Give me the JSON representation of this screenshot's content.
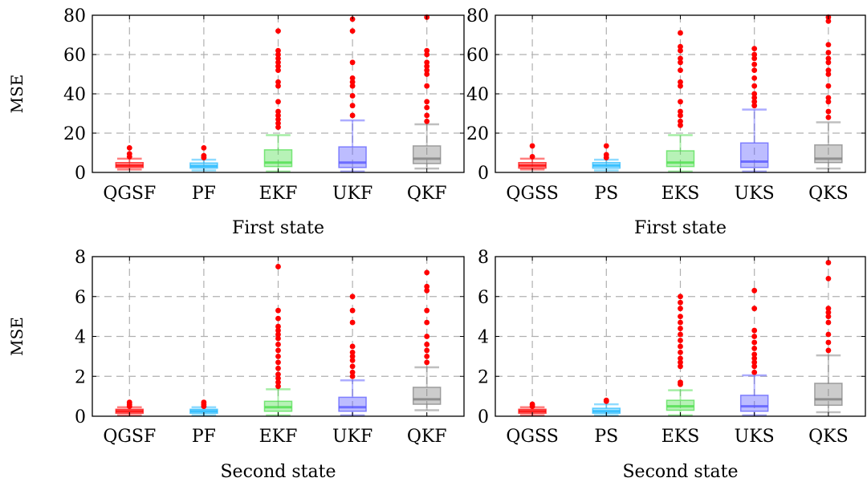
{
  "figure": {
    "ylabel": "MSE",
    "colors": {
      "red": "#ff0000",
      "cyan": "#1fb8ff",
      "green": "#4cde4c",
      "blue": "#5959ff",
      "gray": "#808080",
      "grid": "#b0b0b0",
      "axis": "#000000"
    }
  },
  "chart_data": [
    {
      "type": "box",
      "xlabel": "First state",
      "ylabel": "MSE",
      "ylim": [
        0,
        80
      ],
      "yticks": [
        0,
        20,
        40,
        60,
        80
      ],
      "grid": true,
      "categories": [
        "QGSF",
        "PF",
        "EKF",
        "UKF",
        "QKF"
      ],
      "boxes": [
        {
          "name": "QGSF",
          "color": "red",
          "whisker_low": 1.5,
          "q1": 2.5,
          "median": 3.5,
          "q3": 5.0,
          "whisker_high": 7.0,
          "outliers": [
            8,
            9.5,
            12.5
          ]
        },
        {
          "name": "PF",
          "color": "cyan",
          "whisker_low": 1.0,
          "q1": 2.2,
          "median": 3.2,
          "q3": 4.8,
          "whisker_high": 6.5,
          "outliers": [
            7.5,
            8.5,
            12.5
          ]
        },
        {
          "name": "EKF",
          "color": "green",
          "whisker_low": 0.5,
          "q1": 3.0,
          "median": 5.0,
          "q3": 11.5,
          "whisker_high": 19.0,
          "outliers": [
            23,
            25,
            27,
            29,
            31,
            36,
            44,
            46,
            52,
            54,
            56,
            58,
            60,
            62,
            72
          ]
        },
        {
          "name": "UKF",
          "color": "blue",
          "whisker_low": 0.5,
          "q1": 2.5,
          "median": 5.0,
          "q3": 13.0,
          "whisker_high": 26.5,
          "outliers": [
            29,
            34,
            39,
            44,
            46,
            48,
            56,
            72,
            78
          ]
        },
        {
          "name": "QKF",
          "color": "gray",
          "whisker_low": 2.0,
          "q1": 4.5,
          "median": 7.0,
          "q3": 13.5,
          "whisker_high": 24.5,
          "outliers": [
            26,
            29,
            33,
            36,
            44,
            50,
            52,
            54,
            56,
            60,
            62,
            79
          ]
        }
      ]
    },
    {
      "type": "box",
      "xlabel": "First state",
      "ylabel": "",
      "ylim": [
        0,
        80
      ],
      "yticks": [
        0,
        20,
        40,
        60,
        80
      ],
      "grid": true,
      "categories": [
        "QGSS",
        "PS",
        "EKS",
        "UKS",
        "QKS"
      ],
      "boxes": [
        {
          "name": "QGSS",
          "color": "red",
          "whisker_low": 1.5,
          "q1": 2.2,
          "median": 3.5,
          "q3": 5.0,
          "whisker_high": 7.0,
          "outliers": [
            8,
            13.5
          ]
        },
        {
          "name": "PS",
          "color": "cyan",
          "whisker_low": 1.0,
          "q1": 2.2,
          "median": 3.5,
          "q3": 5.0,
          "whisker_high": 6.5,
          "outliers": [
            7.5,
            9,
            13.5
          ]
        },
        {
          "name": "EKS",
          "color": "green",
          "whisker_low": 0.5,
          "q1": 3.0,
          "median": 5.0,
          "q3": 11.0,
          "whisker_high": 19.0,
          "outliers": [
            24,
            26,
            29,
            31,
            36,
            44,
            46,
            52,
            56,
            58,
            62,
            64,
            71
          ]
        },
        {
          "name": "UKS",
          "color": "blue",
          "whisker_low": 0.5,
          "q1": 2.5,
          "median": 5.5,
          "q3": 15.0,
          "whisker_high": 32.0,
          "outliers": [
            34,
            36,
            38,
            40,
            44,
            48,
            52,
            55,
            58,
            60,
            63
          ]
        },
        {
          "name": "QKS",
          "color": "gray",
          "whisker_low": 2.0,
          "q1": 5.0,
          "median": 7.0,
          "q3": 14.0,
          "whisker_high": 25.5,
          "outliers": [
            28,
            31,
            36,
            38,
            44,
            50,
            52,
            56,
            58,
            61,
            65,
            77,
            79
          ]
        }
      ]
    },
    {
      "type": "box",
      "xlabel": "Second state",
      "ylabel": "MSE",
      "ylim": [
        0,
        8
      ],
      "yticks": [
        0,
        2,
        4,
        6,
        8
      ],
      "grid": true,
      "categories": [
        "QGSF",
        "PF",
        "EKF",
        "UKF",
        "QKF"
      ],
      "boxes": [
        {
          "name": "QGSF",
          "color": "red",
          "whisker_low": 0.05,
          "q1": 0.15,
          "median": 0.25,
          "q3": 0.35,
          "whisker_high": 0.45,
          "outliers": [
            0.5,
            0.6,
            0.7
          ]
        },
        {
          "name": "PF",
          "color": "cyan",
          "whisker_low": 0.05,
          "q1": 0.15,
          "median": 0.25,
          "q3": 0.35,
          "whisker_high": 0.45,
          "outliers": [
            0.5,
            0.6,
            0.7
          ]
        },
        {
          "name": "EKF",
          "color": "green",
          "whisker_low": 0.05,
          "q1": 0.25,
          "median": 0.45,
          "q3": 0.75,
          "whisker_high": 1.35,
          "outliers": [
            1.5,
            1.7,
            1.9,
            2.1,
            2.4,
            2.7,
            3.0,
            3.3,
            3.6,
            3.9,
            4.1,
            4.3,
            4.5,
            4.9,
            5.3,
            7.5
          ]
        },
        {
          "name": "UKF",
          "color": "blue",
          "whisker_low": 0.05,
          "q1": 0.25,
          "median": 0.45,
          "q3": 0.95,
          "whisker_high": 1.8,
          "outliers": [
            2.0,
            2.2,
            2.5,
            2.8,
            3.0,
            3.2,
            3.5,
            4.7,
            5.3,
            6.0
          ]
        },
        {
          "name": "QKF",
          "color": "gray",
          "whisker_low": 0.3,
          "q1": 0.6,
          "median": 0.85,
          "q3": 1.45,
          "whisker_high": 2.45,
          "outliers": [
            2.7,
            3.0,
            3.3,
            3.6,
            4.0,
            4.7,
            5.3,
            6.3,
            6.5,
            7.2
          ]
        }
      ]
    },
    {
      "type": "box",
      "xlabel": "Second state",
      "ylabel": "",
      "ylim": [
        0,
        8
      ],
      "yticks": [
        0,
        2,
        4,
        6,
        8
      ],
      "grid": true,
      "categories": [
        "QGSS",
        "PS",
        "EKS",
        "UKS",
        "QKS"
      ],
      "boxes": [
        {
          "name": "QGSS",
          "color": "red",
          "whisker_low": 0.05,
          "q1": 0.15,
          "median": 0.25,
          "q3": 0.35,
          "whisker_high": 0.45,
          "outliers": [
            0.5,
            0.6
          ]
        },
        {
          "name": "PS",
          "color": "cyan",
          "whisker_low": 0.05,
          "q1": 0.15,
          "median": 0.25,
          "q3": 0.4,
          "whisker_high": 0.6,
          "outliers": [
            0.75,
            0.8
          ]
        },
        {
          "name": "EKS",
          "color": "green",
          "whisker_low": 0.05,
          "q1": 0.3,
          "median": 0.5,
          "q3": 0.8,
          "whisker_high": 1.3,
          "outliers": [
            1.6,
            1.7,
            2.5,
            2.7,
            2.9,
            3.2,
            3.5,
            3.8,
            4.1,
            4.4,
            4.7,
            5.0,
            5.4,
            5.7,
            6.0
          ]
        },
        {
          "name": "UKS",
          "color": "blue",
          "whisker_low": 0.05,
          "q1": 0.25,
          "median": 0.5,
          "q3": 1.05,
          "whisker_high": 2.05,
          "outliers": [
            2.2,
            2.5,
            2.7,
            2.9,
            3.1,
            3.4,
            3.7,
            4.0,
            4.3,
            5.4,
            6.3
          ]
        },
        {
          "name": "QKS",
          "color": "gray",
          "whisker_low": 0.2,
          "q1": 0.55,
          "median": 0.85,
          "q3": 1.65,
          "whisker_high": 3.05,
          "outliers": [
            3.3,
            3.7,
            4.1,
            4.7,
            5.0,
            5.2,
            5.4,
            6.9,
            7.7
          ]
        }
      ]
    }
  ]
}
